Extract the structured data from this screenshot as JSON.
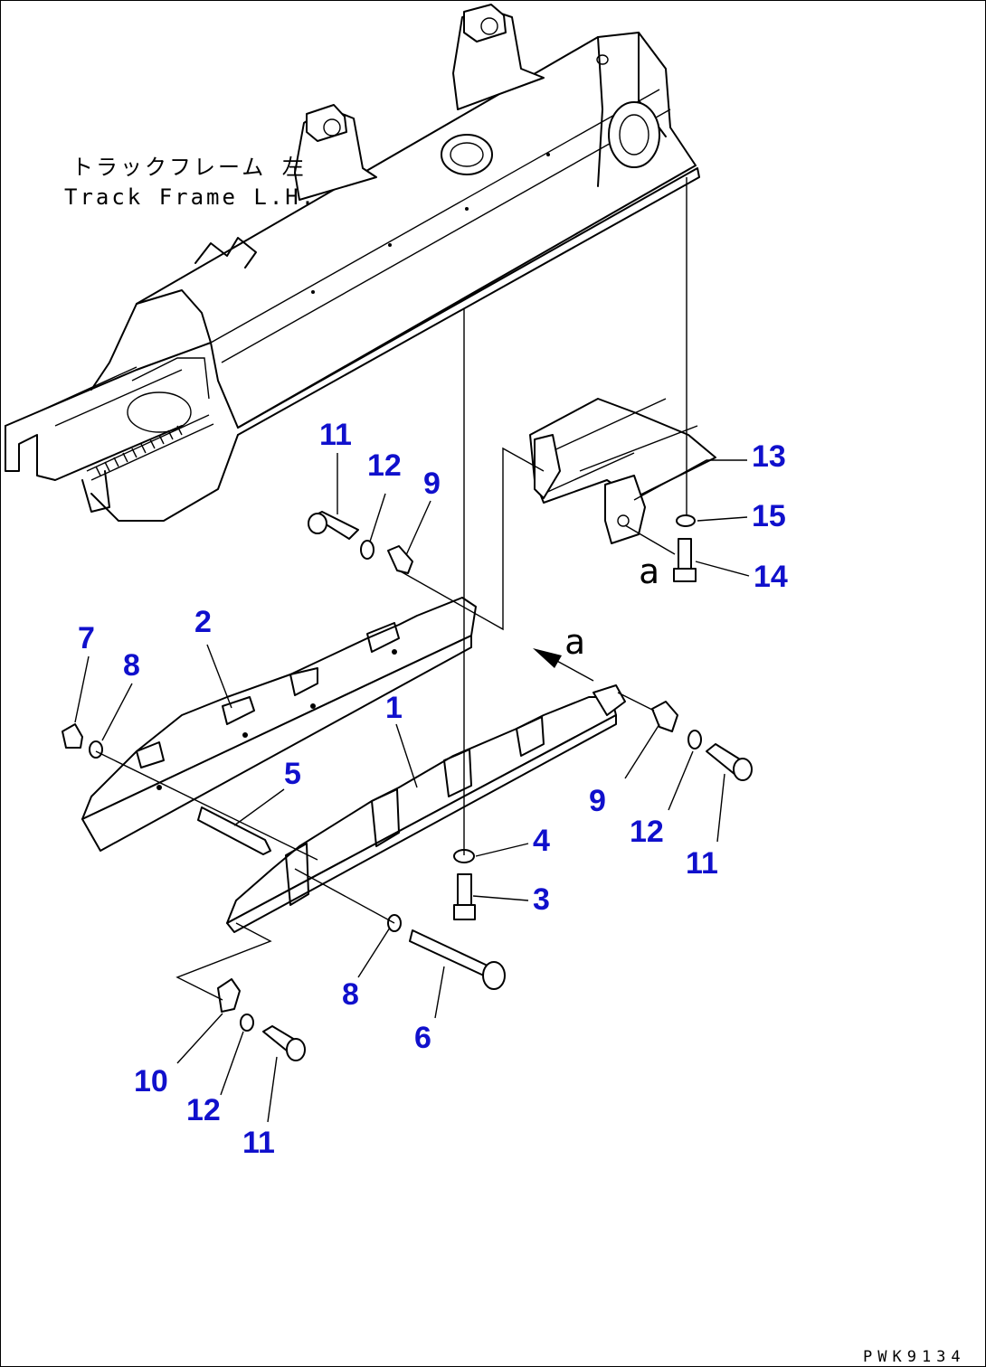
{
  "title": {
    "jp": "トラックフレーム 左",
    "en": "Track Frame L.H."
  },
  "view_marks": {
    "top": "a",
    "arrow": "a"
  },
  "drawing_code": "PWK9134",
  "callout_color": "#1010cc",
  "callouts": {
    "c1": "1",
    "c2": "2",
    "c3": "3",
    "c4": "4",
    "c5": "5",
    "c6": "6",
    "c7": "7",
    "c8a": "8",
    "c8b": "8",
    "c9a": "9",
    "c9b": "9",
    "c10": "10",
    "c11a": "11",
    "c11b": "11",
    "c11c": "11",
    "c12a": "12",
    "c12b": "12",
    "c12c": "12",
    "c13": "13",
    "c14": "14",
    "c15": "15"
  }
}
